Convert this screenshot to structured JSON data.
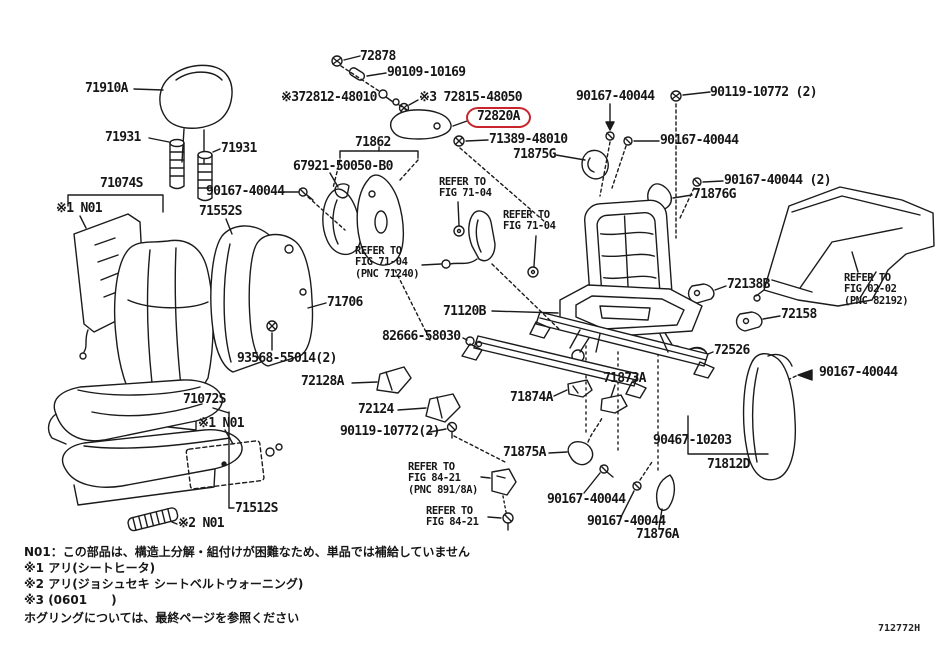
{
  "figure": {
    "code": "712772H",
    "highlight_color": "#c8242b",
    "highlighted_part": "72820A",
    "description": "Front seat & seat track exploded parts diagram"
  },
  "labels": [
    "72878",
    "90109-10169",
    "※372812-48010",
    "※3 72815-48050",
    "72820A",
    "71389-48010",
    "71875G",
    "90167-40044",
    "90119-10772 (2)",
    "90167-40044",
    "90167-40044 (2)",
    "71876G",
    "71910A",
    "71931",
    "71931",
    "71074S",
    "※1 N01",
    "90167-40044",
    "71552S",
    "67921-50050-B0",
    "REFER TO\nFIG 71-04",
    "REFER TO\nFIG 71-04",
    "REFER TO\nFIG 71-04\n(PNC 71240)",
    "REFER TO\nFIG 02-02\n(PNC 82192)",
    "72138B",
    "72158",
    "72526",
    "90167-40044",
    "71706",
    "71120B",
    "82666-58030",
    "93568-55014(2)",
    "72128A",
    "72124",
    "90119-10772(2)",
    "71873A",
    "71874A",
    "71875A",
    "REFER TO\nFIG 84-21\n(PNC 891/8A)",
    "REFER TO\nFIG 84-21",
    "90167-40044",
    "90167-40044",
    "71876A",
    "90467-10203",
    "71812D",
    "71072S",
    "※1 N01",
    "71512S",
    "※2 N01",
    "71862"
  ],
  "notes": [
    "N01：この部品は、構造上分解・組付けが困難なため、単品では補給していません",
    "※1 アリ(シートヒータ)",
    "※2 アリ(ジョシュセキ シートベルトウォーニング)",
    "※3 (0601　　)",
    "ホグリングについては、最終ページを参照ください"
  ]
}
